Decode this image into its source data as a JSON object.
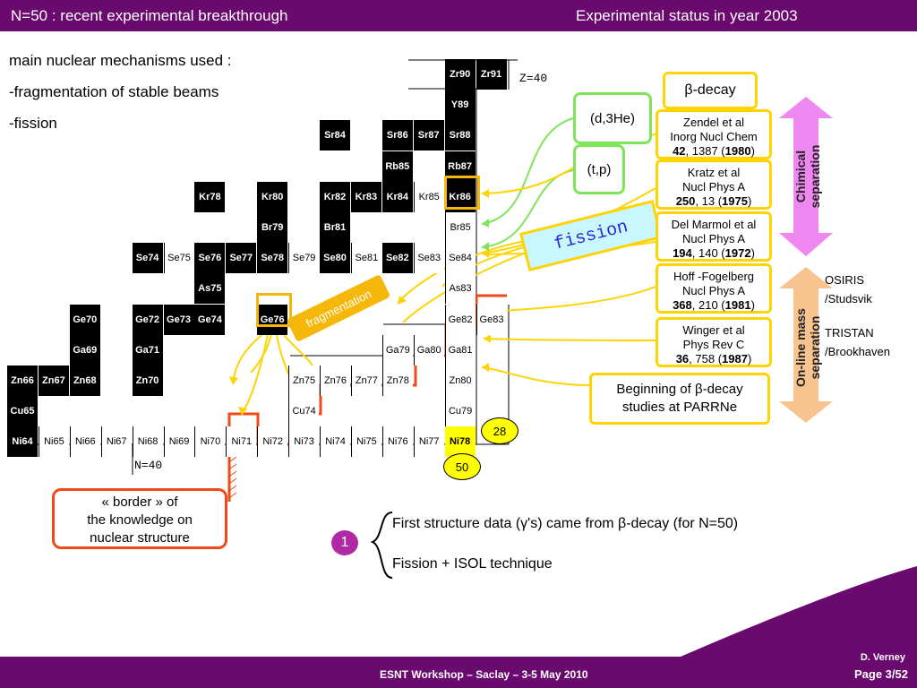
{
  "header": {
    "left_title": "N=50 : recent experimental breakthrough",
    "right_title": "Experimental status in year 2003"
  },
  "mechanisms": {
    "title": "main nuclear mechanisms used :",
    "item1": "-fragmentation of stable beams",
    "item2": "-fission"
  },
  "chart": {
    "z40_label": "Z=40",
    "n40_label": "N=40",
    "magic_28": "28",
    "magic_50": "50",
    "cells": [
      {
        "t": "Zr90",
        "c": 14,
        "r": 0,
        "s": 1
      },
      {
        "t": "Zr91",
        "c": 15,
        "r": 0,
        "s": 1
      },
      {
        "t": "Y89",
        "c": 14,
        "r": 1,
        "s": 1
      },
      {
        "t": "Sr84",
        "c": 10,
        "r": 2,
        "s": 1
      },
      {
        "t": "Sr86",
        "c": 12,
        "r": 2,
        "s": 1
      },
      {
        "t": "Sr87",
        "c": 13,
        "r": 2,
        "s": 1
      },
      {
        "t": "Sr88",
        "c": 14,
        "r": 2,
        "s": 1
      },
      {
        "t": "Rb85",
        "c": 12,
        "r": 3,
        "s": 1
      },
      {
        "t": "Rb87",
        "c": 14,
        "r": 3,
        "s": 1
      },
      {
        "t": "Kr78",
        "c": 6,
        "r": 4,
        "s": 1
      },
      {
        "t": "Kr80",
        "c": 8,
        "r": 4,
        "s": 1
      },
      {
        "t": "Kr82",
        "c": 10,
        "r": 4,
        "s": 1
      },
      {
        "t": "Kr83",
        "c": 11,
        "r": 4,
        "s": 1
      },
      {
        "t": "Kr84",
        "c": 12,
        "r": 4,
        "s": 1
      },
      {
        "t": "Kr85",
        "c": 13,
        "r": 4,
        "s": 0
      },
      {
        "t": "Kr86",
        "c": 14,
        "r": 4,
        "s": 1
      },
      {
        "t": "Br79",
        "c": 8,
        "r": 5,
        "s": 1
      },
      {
        "t": "Br81",
        "c": 10,
        "r": 5,
        "s": 1
      },
      {
        "t": "Br85",
        "c": 14,
        "r": 5,
        "s": 0
      },
      {
        "t": "Se74",
        "c": 4,
        "r": 6,
        "s": 1
      },
      {
        "t": "Se75",
        "c": 5,
        "r": 6,
        "s": 0
      },
      {
        "t": "Se76",
        "c": 6,
        "r": 6,
        "s": 1
      },
      {
        "t": "Se77",
        "c": 7,
        "r": 6,
        "s": 1
      },
      {
        "t": "Se78",
        "c": 8,
        "r": 6,
        "s": 1
      },
      {
        "t": "Se79",
        "c": 9,
        "r": 6,
        "s": 0
      },
      {
        "t": "Se80",
        "c": 10,
        "r": 6,
        "s": 1
      },
      {
        "t": "Se81",
        "c": 11,
        "r": 6,
        "s": 0
      },
      {
        "t": "Se82",
        "c": 12,
        "r": 6,
        "s": 1
      },
      {
        "t": "Se83",
        "c": 13,
        "r": 6,
        "s": 0
      },
      {
        "t": "Se84",
        "c": 14,
        "r": 6,
        "s": 0
      },
      {
        "t": "As75",
        "c": 6,
        "r": 7,
        "s": 1
      },
      {
        "t": "As83",
        "c": 14,
        "r": 7,
        "s": 0
      },
      {
        "t": "Ge70",
        "c": 2,
        "r": 8,
        "s": 1
      },
      {
        "t": "Ge72",
        "c": 4,
        "r": 8,
        "s": 1
      },
      {
        "t": "Ge73",
        "c": 5,
        "r": 8,
        "s": 1
      },
      {
        "t": "Ge74",
        "c": 6,
        "r": 8,
        "s": 1
      },
      {
        "t": "Ge76",
        "c": 8,
        "r": 8,
        "s": 1
      },
      {
        "t": "Ge82",
        "c": 14,
        "r": 8,
        "s": 0
      },
      {
        "t": "Ge83",
        "c": 15,
        "r": 8,
        "s": 0
      },
      {
        "t": "Ga69",
        "c": 2,
        "r": 9,
        "s": 1
      },
      {
        "t": "Ga71",
        "c": 4,
        "r": 9,
        "s": 1
      },
      {
        "t": "Ga79",
        "c": 12,
        "r": 9,
        "s": 0
      },
      {
        "t": "Ga80",
        "c": 13,
        "r": 9,
        "s": 0
      },
      {
        "t": "Ga81",
        "c": 14,
        "r": 9,
        "s": 0
      },
      {
        "t": "Zn66",
        "c": 0,
        "r": 10,
        "s": 1
      },
      {
        "t": "Zn67",
        "c": 1,
        "r": 10,
        "s": 1
      },
      {
        "t": "Zn68",
        "c": 2,
        "r": 10,
        "s": 1
      },
      {
        "t": "Zn70",
        "c": 4,
        "r": 10,
        "s": 1
      },
      {
        "t": "Zn75",
        "c": 9,
        "r": 10,
        "s": 0
      },
      {
        "t": "Zn76",
        "c": 10,
        "r": 10,
        "s": 0
      },
      {
        "t": "Zn77",
        "c": 11,
        "r": 10,
        "s": 0
      },
      {
        "t": "Zn78",
        "c": 12,
        "r": 10,
        "s": 0
      },
      {
        "t": "Zn80",
        "c": 14,
        "r": 10,
        "s": 0
      },
      {
        "t": "Cu65",
        "c": 0,
        "r": 11,
        "s": 1
      },
      {
        "t": "Cu74",
        "c": 9,
        "r": 11,
        "s": 0
      },
      {
        "t": "Cu79",
        "c": 14,
        "r": 11,
        "s": 0
      },
      {
        "t": "Ni64",
        "c": 0,
        "r": 12,
        "s": 1
      },
      {
        "t": "Ni65",
        "c": 1,
        "r": 12,
        "s": 0
      },
      {
        "t": "Ni66",
        "c": 2,
        "r": 12,
        "s": 0
      },
      {
        "t": "Ni67",
        "c": 3,
        "r": 12,
        "s": 0
      },
      {
        "t": "Ni68",
        "c": 4,
        "r": 12,
        "s": 0
      },
      {
        "t": "Ni69",
        "c": 5,
        "r": 12,
        "s": 0
      },
      {
        "t": "Ni70",
        "c": 6,
        "r": 12,
        "s": 0
      },
      {
        "t": "Ni71",
        "c": 7,
        "r": 12,
        "s": 0
      },
      {
        "t": "Ni72",
        "c": 8,
        "r": 12,
        "s": 0
      },
      {
        "t": "Ni73",
        "c": 9,
        "r": 12,
        "s": 0
      },
      {
        "t": "Ni74",
        "c": 10,
        "r": 12,
        "s": 0
      },
      {
        "t": "Ni75",
        "c": 11,
        "r": 12,
        "s": 0
      },
      {
        "t": "Ni76",
        "c": 12,
        "r": 12,
        "s": 0
      },
      {
        "t": "Ni77",
        "c": 13,
        "r": 12,
        "s": 0
      },
      {
        "t": "Ni78",
        "c": 14,
        "r": 12,
        "s": 2
      }
    ]
  },
  "reactions": {
    "d3he": "(d,3He)",
    "tp": "(t,p)",
    "beta_decay": "β-decay",
    "fission": "fission",
    "fragmentation": "fragmentation"
  },
  "references": [
    {
      "l1": "Zendel et al",
      "l2": "Inorg Nucl Chem",
      "vol": "42",
      "page": ", 1387 (",
      "year": "1980",
      "end": ")"
    },
    {
      "l1": "Kratz et al",
      "l2": "Nucl Phys A",
      "vol": "250",
      "page": ", 13 (",
      "year": "1975",
      "end": ")"
    },
    {
      "l1": "Del Marmol et al",
      "l2": "Nucl Phys A",
      "vol": "194",
      "page": ", 140 (",
      "year": "1972",
      "end": ")"
    },
    {
      "l1": "Hoff -Fogelberg",
      "l2": "Nucl Phys A",
      "vol": "368",
      "page": ", 210 (",
      "year": "1981",
      "end": ")"
    },
    {
      "l1": "Winger et al",
      "l2": "Phys Rev C",
      "vol": "36",
      "page": ", 758 (",
      "year": "1987",
      "end": ")"
    }
  ],
  "side": {
    "chemical": "Chimical separation",
    "online": "On-line mass separation",
    "osiris1": "OSIRIS",
    "osiris2": "/Studsvik",
    "tristan1": "TRISTAN",
    "tristan2": "/Brookhaven"
  },
  "beginning": {
    "line1": "Beginning of β-decay",
    "line2": "studies at PARRNe"
  },
  "border_note": {
    "line1": "« border » of",
    "line2": "the knowledge on",
    "line3": "nuclear structure"
  },
  "conclusion": {
    "number": "1",
    "line1": "First structure data (γ's) came from β-decay (for N=50)",
    "line2": "Fission + ISOL technique"
  },
  "footer": {
    "conference": "ESNT Workshop –   Saclay –   3-5 May 2010",
    "author": "D. Verney",
    "page": "Page 3/52"
  },
  "colors": {
    "header_bg": "#6a0a6f",
    "green": "#7ee55a",
    "yellow": "#ffd400",
    "red": "#ee4a1a",
    "orange": "#f5b80a",
    "pink": "#ee88f0",
    "peach": "#f7c490"
  }
}
